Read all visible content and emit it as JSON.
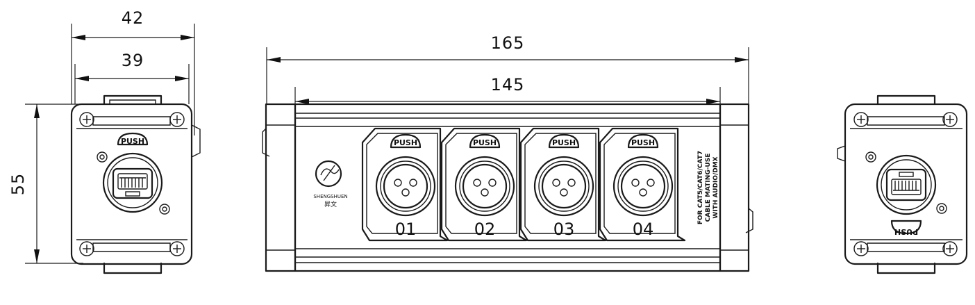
{
  "dimensions": {
    "left_outer_width": "42",
    "left_inner_width": "39",
    "left_height": "55",
    "front_outer_width": "165",
    "front_inner_width": "145"
  },
  "push_label": "PUSH",
  "ports": [
    {
      "label": "01",
      "push": "PUSH"
    },
    {
      "label": "02",
      "push": "PUSH"
    },
    {
      "label": "03",
      "push": "PUSH"
    },
    {
      "label": "04",
      "push": "PUSH"
    }
  ],
  "spec_text": {
    "line1": "FOR CAT5/CAT6/CAT7",
    "line2": "CABLE MATING-USE",
    "line3": "WITH AUDIO/DMX"
  },
  "brand": {
    "name": "SHENGSHUEN",
    "chinese": "昇文"
  },
  "right_view_push_label": "PUSH",
  "colors": {
    "line": "#1a1a1a",
    "background": "#ffffff"
  }
}
